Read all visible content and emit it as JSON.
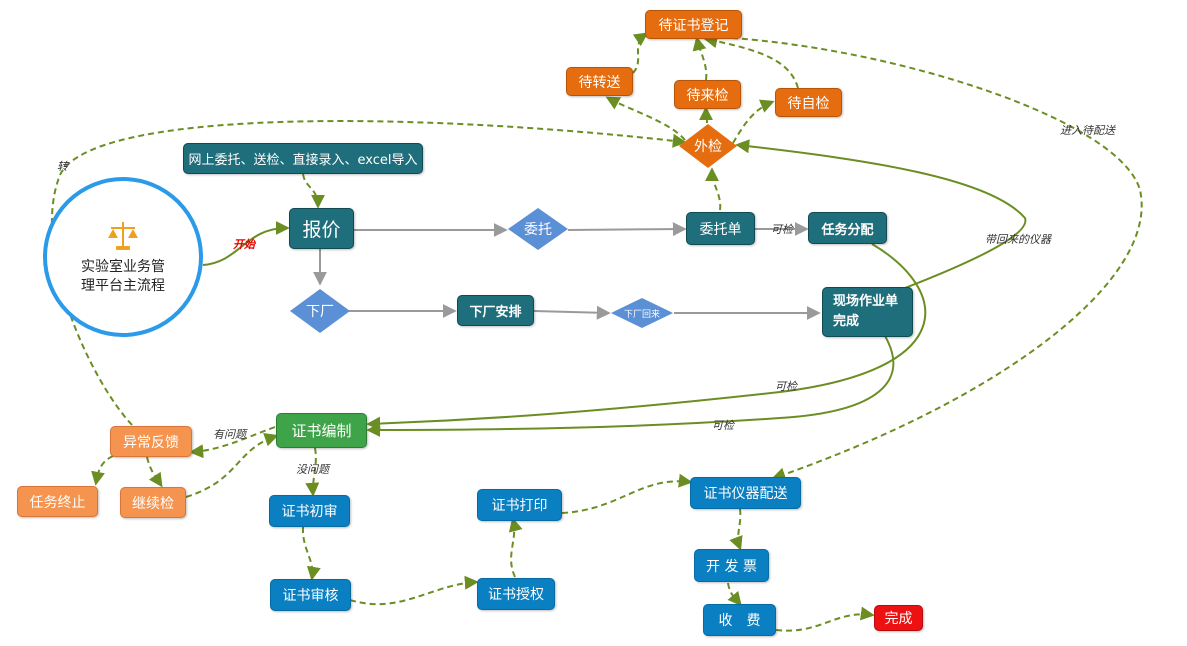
{
  "start": {
    "text": "实验室业务管理平台主流程",
    "icon": "scales-icon"
  },
  "nodes": {
    "online_entry": "网上委托、送检、直接录入、excel导入",
    "quote": "报价",
    "entrust_diamond": "委托",
    "entrust_order": "委托单",
    "task_assign": "任务分配",
    "factory_diamond": "下厂",
    "factory_arrange": "下厂安排",
    "factory_back": "下厂回来",
    "field_done": "现场作业单完成",
    "external": "外检",
    "pending_register": "待证书登记",
    "pending_transfer": "待转送",
    "pending_incoming": "待来检",
    "pending_self": "待自检",
    "cert_edit": "证书编制",
    "anomaly": "异常反馈",
    "task_end": "任务终止",
    "continue_check": "继续检",
    "cert_first": "证书初审",
    "cert_review": "证书审核",
    "cert_print": "证书打印",
    "cert_auth": "证书授权",
    "cert_delivery": "证书仪器配送",
    "invoice": "开 发 票",
    "charge": "收　费",
    "done": "完成"
  },
  "edge_labels": {
    "start": "开始",
    "to_check": "可检",
    "brought_back": "带回来的仪器",
    "to_check_a": "可检",
    "to_check_b": "可检",
    "has_problem": "有问题",
    "no_problem": "没问题",
    "transfer": "转",
    "enter_delivery": "进入待配送"
  },
  "colors": {
    "teal": "#1f6e7b",
    "orange": "#e56d10",
    "light_orange": "#f5944f",
    "blue": "#0a7fc1",
    "green": "#3fa449",
    "red": "#ee1111",
    "diamond_blue": "#5b8fd6",
    "edge_olive": "#6b8e23",
    "edge_gray": "#9a9a9a",
    "circle_border": "#2b9ae8"
  }
}
